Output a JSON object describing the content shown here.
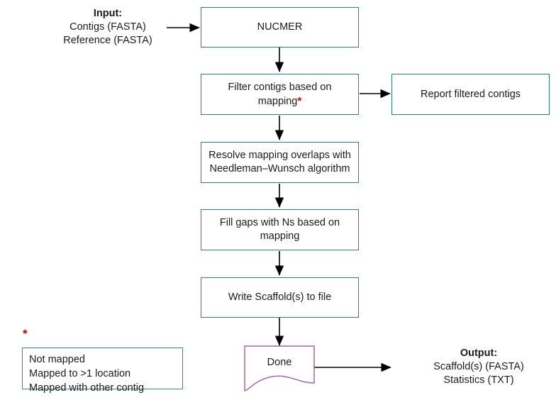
{
  "diagram": {
    "title": "Scaffolding pipeline flowchart",
    "colors": {
      "process_border": "#2e7d7d",
      "note_border": "#2e8b86",
      "terminator_border": "#9b6aa8",
      "arrow": "#000000",
      "asterisk": "#cc0000",
      "text": "#1a1a1a",
      "background": "#ffffff"
    },
    "input_label": {
      "title": "Input:",
      "line1": "Contigs (FASTA)",
      "line2": "Reference (FASTA)"
    },
    "output_label": {
      "title": "Output:",
      "line1": "Scaffold(s) (FASTA)",
      "line2": "Statistics (TXT)"
    },
    "nodes": {
      "nucmer": "NUCMER",
      "filter": "Filter contigs based on\nmapping",
      "filter_marker": "*",
      "report": "Report filtered contigs",
      "resolve": "Resolve mapping overlaps with\nNeedleman–Wunsch algorithm",
      "fill": "Fill gaps with Ns based on\nmapping",
      "write": "Write Scaffold(s) to file",
      "done": "Done"
    },
    "footnote": {
      "marker": "*",
      "line1": "Not mapped",
      "line2": "Mapped to >1 location",
      "line3": "Mapped with other contig"
    }
  }
}
